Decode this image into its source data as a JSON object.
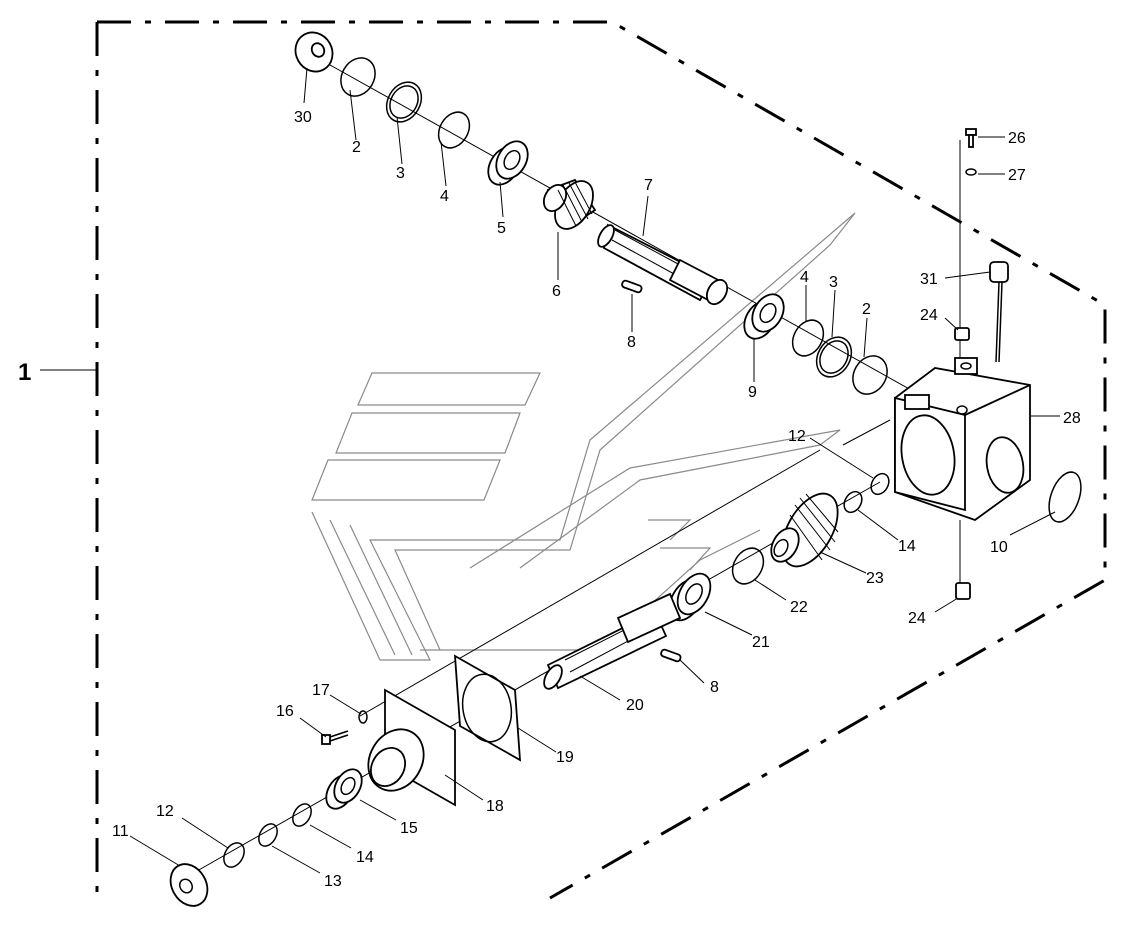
{
  "assembly_label": "1",
  "callouts": [
    {
      "id": "30",
      "label": "30"
    },
    {
      "id": "2a",
      "label": "2"
    },
    {
      "id": "3a",
      "label": "3"
    },
    {
      "id": "4a",
      "label": "4"
    },
    {
      "id": "5",
      "label": "5"
    },
    {
      "id": "6",
      "label": "6"
    },
    {
      "id": "7",
      "label": "7"
    },
    {
      "id": "8a",
      "label": "8"
    },
    {
      "id": "9",
      "label": "9"
    },
    {
      "id": "4b",
      "label": "4"
    },
    {
      "id": "3b",
      "label": "3"
    },
    {
      "id": "2b",
      "label": "2"
    },
    {
      "id": "26",
      "label": "26"
    },
    {
      "id": "27",
      "label": "27"
    },
    {
      "id": "31",
      "label": "31"
    },
    {
      "id": "24a",
      "label": "24"
    },
    {
      "id": "28",
      "label": "28"
    },
    {
      "id": "12a",
      "label": "12"
    },
    {
      "id": "14a",
      "label": "14"
    },
    {
      "id": "10",
      "label": "10"
    },
    {
      "id": "23",
      "label": "23"
    },
    {
      "id": "24b",
      "label": "24"
    },
    {
      "id": "22",
      "label": "22"
    },
    {
      "id": "21",
      "label": "21"
    },
    {
      "id": "8b",
      "label": "8"
    },
    {
      "id": "20",
      "label": "20"
    },
    {
      "id": "19",
      "label": "19"
    },
    {
      "id": "18",
      "label": "18"
    },
    {
      "id": "17",
      "label": "17"
    },
    {
      "id": "16",
      "label": "16"
    },
    {
      "id": "15",
      "label": "15"
    },
    {
      "id": "14b",
      "label": "14"
    },
    {
      "id": "13",
      "label": "13"
    },
    {
      "id": "12b",
      "label": "12"
    },
    {
      "id": "11",
      "label": "11"
    }
  ]
}
